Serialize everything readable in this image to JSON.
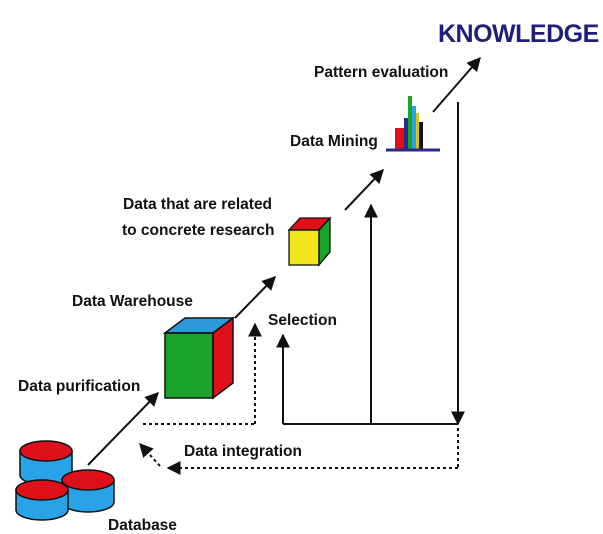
{
  "title": "KNOWLEDGE",
  "labels": {
    "pattern_evaluation": "Pattern evaluation",
    "data_mining": "Data Mining",
    "related_line1": "Data that are related",
    "related_line2": "to concrete research",
    "data_warehouse": "Data Warehouse",
    "selection": "Selection",
    "data_purification": "Data purification",
    "data_integration": "Data integration",
    "database": "Database"
  },
  "colors": {
    "title": "#1f1f7a",
    "db_top": "#e0101a",
    "db_body": "#29a3e8",
    "cube_front": "#19a32b",
    "cube_side": "#e0101a",
    "cube_top": "#2d9ad8",
    "small_front": "#f2e61a",
    "small_side": "#19a32b",
    "small_top": "#e0101a"
  }
}
